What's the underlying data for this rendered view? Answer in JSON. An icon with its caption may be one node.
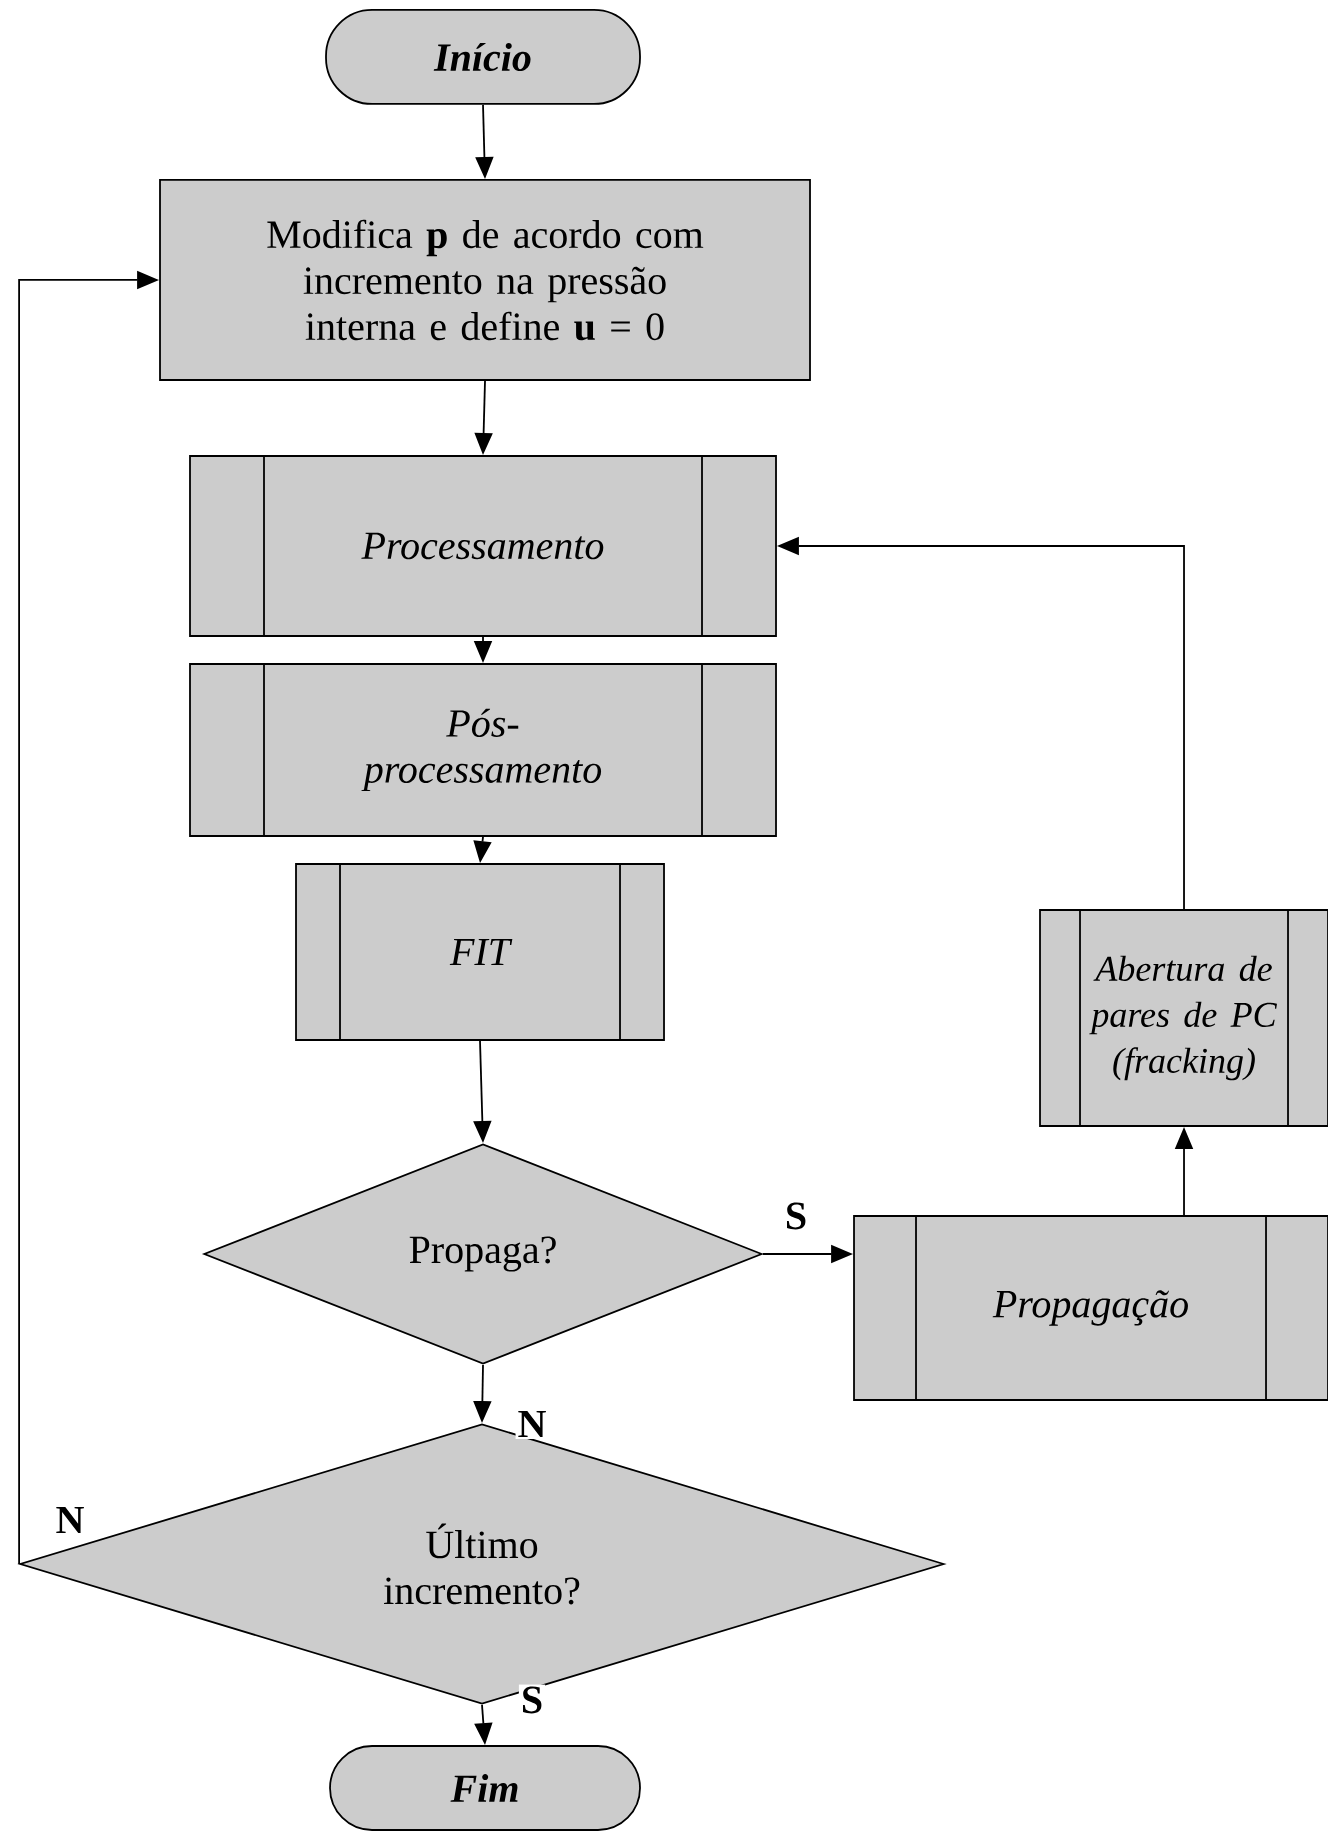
{
  "diagram": {
    "nodes": [
      {
        "text": [
          "Início"
        ]
      },
      {
        "text": [
          "Modifica **p** de acordo com incremento na pressão interna e define **u** = 0"
        ]
      },
      {
        "text": [
          "Processamento"
        ]
      },
      {
        "text": [
          "Pós-processamento"
        ]
      },
      {
        "text": [
          "FIT"
        ]
      },
      {
        "text": [
          "Propaga?"
        ]
      },
      {
        "text": [
          "Propagação"
        ]
      },
      {
        "text": [
          "Abertura de pares de PC (fracking)"
        ]
      },
      {
        "text": [
          "Último incremento?"
        ]
      },
      {
        "text": [
          "Fim"
        ]
      }
    ],
    "edges": [
      {
        "from": 0,
        "to": 1,
        "arrow": "to"
      },
      {
        "from": 1,
        "to": 2,
        "arrow": "to"
      },
      {
        "from": 2,
        "to": 3,
        "arrow": "to"
      },
      {
        "from": 3,
        "to": 4,
        "arrow": "to"
      },
      {
        "from": 4,
        "to": 5,
        "arrow": "to"
      },
      {
        "from": 5,
        "to": 6,
        "arrow": "to",
        "label": "S"
      },
      {
        "from": 6,
        "to": 7,
        "arrow": "to"
      },
      {
        "from": 7,
        "to": 2,
        "arrow": "to"
      },
      {
        "from": 5,
        "to": 8,
        "arrow": "to",
        "label": "N"
      },
      {
        "from": 8,
        "to": 9,
        "arrow": "to",
        "label": "S"
      },
      {
        "from": 8,
        "to": 1,
        "arrow": "to",
        "label": "N"
      }
    ]
  }
}
